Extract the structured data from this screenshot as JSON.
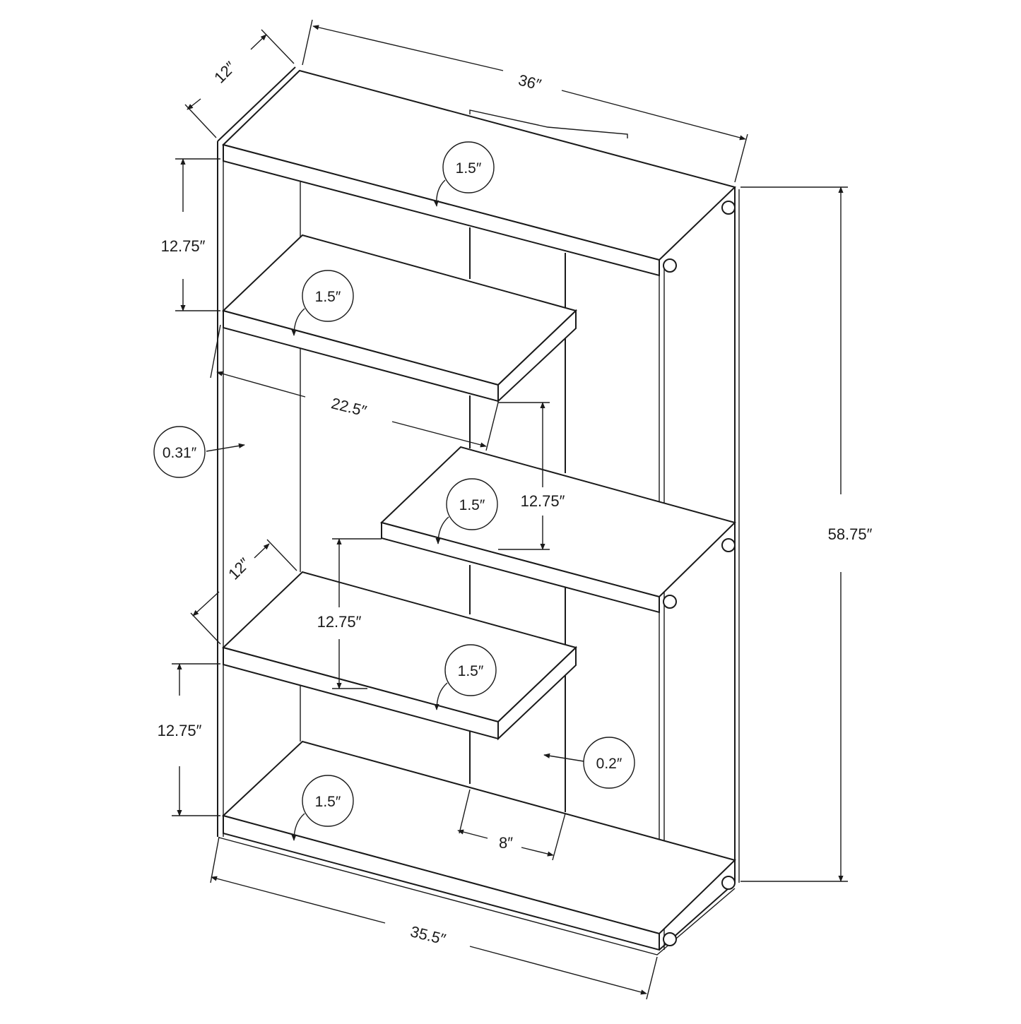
{
  "diagram": {
    "overall_width": "36″",
    "overall_depth": "12″",
    "overall_height": "58.75″",
    "base_width": "35.5″",
    "shelf_width": "22.5″",
    "shelf_depth": "12″",
    "glass_thickness": "0.31″",
    "divider_thickness": "0.2″",
    "divider_spacing": "8″",
    "spacing_top_left": "12.75″",
    "spacing_mid_right": "12.75″",
    "spacing_mid_left": "12.75″",
    "spacing_bottom_left": "12.75″",
    "thickness_top": "1.5″",
    "thickness_shelf_1": "1.5″",
    "thickness_shelf_2": "1.5″",
    "thickness_shelf_3": "1.5″",
    "thickness_bottom": "1.5″"
  }
}
